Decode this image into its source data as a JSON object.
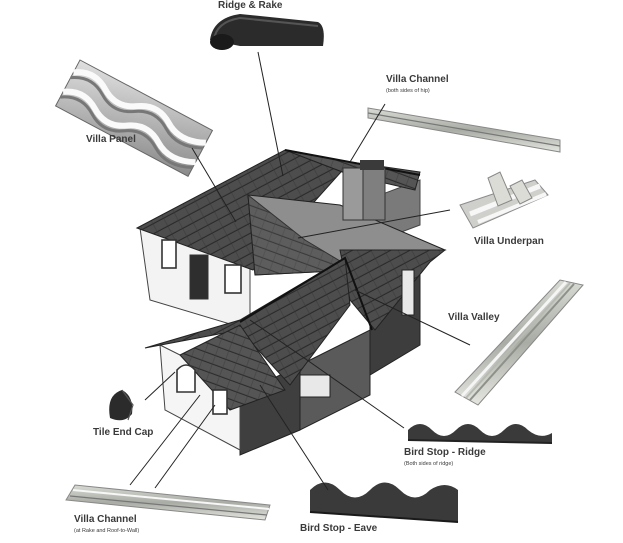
{
  "labels": {
    "ridge_rake": "Ridge & Rake",
    "villa_channel_hip": "Villa Channel",
    "villa_channel_hip_note": "(both sides of hip)",
    "villa_panel": "Villa Panel",
    "villa_underpan": "Villa Underpan",
    "villa_valley": "Villa Valley",
    "tile_end_cap": "Tile End Cap",
    "bird_stop_ridge": "Bird Stop - Ridge",
    "bird_stop_ridge_note": "(Both sides of ridge)",
    "villa_channel_rake": "Villa Channel",
    "villa_channel_rake_note": "(at Rake and Roof-to-Wall)",
    "bird_stop_eave": "Bird Stop - Eave"
  },
  "colors": {
    "roof": "#4a4a4a",
    "roof_dark": "#333333",
    "wall": "#f2f2f2",
    "wall_shadow": "#6b6b6b",
    "metal_light": "#c9ccc4",
    "metal_mid": "#9a9d96",
    "leader": "#222222"
  }
}
